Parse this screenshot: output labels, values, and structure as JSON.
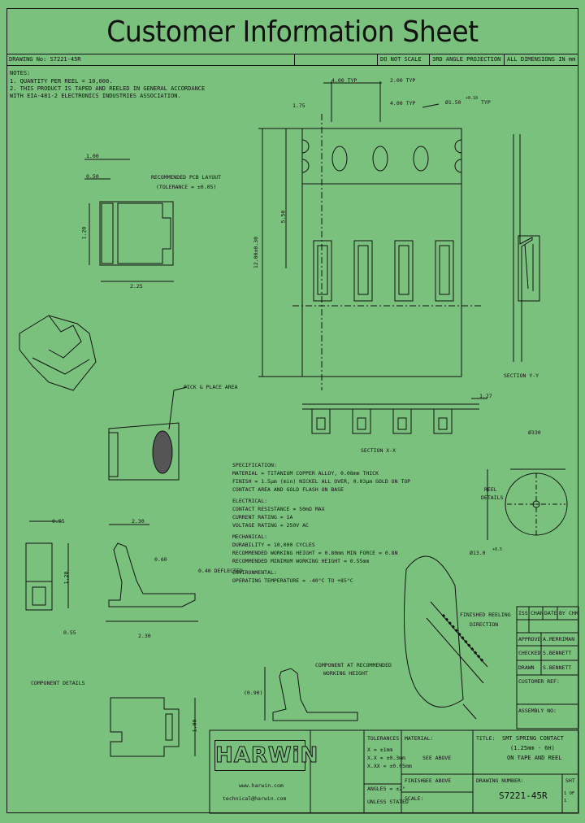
{
  "title": "Customer Information Sheet",
  "header": {
    "drawing_no": "DRAWING No: S7221-45R",
    "do_not_scale": "DO NOT SCALE",
    "third_angle": "3RD ANGLE PROJECTION",
    "dimensions_mm": "ALL DIMENSIONS IN mm"
  },
  "notes": {
    "heading": "NOTES:",
    "lines": [
      "1. QUANTITY PER REEL = 10,000.",
      "2. THIS PRODUCT IS TAPED AND REELED IN GENERAL ACCORDANCE",
      "   WITH EIA-481-2 ELECTRONICS INDUSTRIES ASSOCIATION."
    ]
  },
  "tape": {
    "dim_pitch_a": "4.00 TYP",
    "dim_pitch_b": "2.00 TYP",
    "dim_pitch_c": "4.00 TYP",
    "dim_hole": "Ø1.50",
    "dim_hole_tol": "+0.10",
    "dim_hole_typ": "TYP",
    "dim_175": "1.75",
    "dim_550": "5.50",
    "dim_1200": "12.00±0.30",
    "section_yy": "SECTION Y-Y",
    "section_xx": "SECTION X-X",
    "dim_127": "1.27"
  },
  "footprint": {
    "dim_top": "1.00",
    "dim_side": "0.50",
    "dim_width": "2.25",
    "dim_height": "1.20",
    "label_1": "RECOMMENDED PCB LAYOUT",
    "label_2": "(TOLERANCE = ±0.05)"
  },
  "pick_place": "PICK & PLACE AREA",
  "specification": {
    "lines": [
      "SPECIFICATION:",
      "  MATERIAL = TITANIUM COPPER ALLOY, 0.08mm THICK",
      "  FINISH = 1.5µm (min) NICKEL ALL OVER, 0.03µm GOLD ON TOP",
      "   CONTACT AREA AND GOLD FLASH ON BASE",
      "ELECTRICAL:",
      "   CONTACT RESISTANCE = 50mΩ MAX",
      "   CURRENT RATING = 1A",
      "   VOLTAGE RATING = 250V AC",
      "MECHANICAL:",
      "   DURABILITY = 10,000 CYCLES",
      "   RECOMMENDED WORKING HEIGHT = 0.80mm MIN FORCE = 0.8N",
      "   RECOMMENDED MINIMUM WORKING HEIGHT = 0.55mm",
      "ENVIRONMENTAL:",
      "   OPERATING TEMPERATURE = -40°C TO +85°C"
    ]
  },
  "reel": {
    "dim_dia": "Ø330",
    "label_1": "REEL",
    "label_2": "DETAILS",
    "dim_hub": "Ø13.0",
    "dim_hub_tol": "+0.5"
  },
  "reeling": {
    "label_1": "FINISHED REELING",
    "label_2": "DIRECTION"
  },
  "component": {
    "dim_a": "0.55",
    "dim_b": "2.30",
    "dim_c": "0.60",
    "dim_d": "0.40 DEFLECTED",
    "dim_e": "1.20",
    "dim_f": "0.55",
    "dim_g": "2.30",
    "label": "COMPONENT DETAILS",
    "dim_height": "1.00",
    "dim_side": "(0.90)",
    "working_1": "COMPONENT AT RECOMMENDED",
    "working_2": "WORKING HEIGHT"
  },
  "rev_table": {
    "headers": [
      "ISS",
      "CHANGE",
      "DATE",
      "BY",
      "CHKD"
    ],
    "rows": [
      [
        "APPROVED",
        "A.MERRIMAN"
      ],
      [
        "CHECKED",
        "S.BENNETT"
      ],
      [
        "DRAWN",
        "S.BENNETT"
      ],
      [
        "CUSTOMER REF:",
        ""
      ],
      [
        "ASSEMBLY NO:",
        ""
      ]
    ]
  },
  "title_block": {
    "logo": "HARWiN",
    "website": "www.harwin.com",
    "email": "technical@harwin.com",
    "material_label": "MATERIAL:",
    "material_value": "SEE ABOVE",
    "finish_label": "FINISH:",
    "finish_value": "SEE ABOVE",
    "tolerances_label": "TOLERANCES",
    "tolerances": [
      "X = ±1mm",
      "X.X = ±0.3mm",
      "X.XX = ±0.05mm",
      "ANGLES = ±2°",
      "UNLESS STATED"
    ],
    "scale_label": "SCALE:",
    "title_label": "TITLE:",
    "title_lines": [
      "SMT SPRING CONTACT",
      "(1.25mm - 6H)",
      "ON TAPE AND REEL"
    ],
    "drawing_number_label": "DRAWING NUMBER:",
    "drawing_number": "S7221-45R",
    "sheet_label": "SHT",
    "sheet_value": "1 OF 1"
  }
}
